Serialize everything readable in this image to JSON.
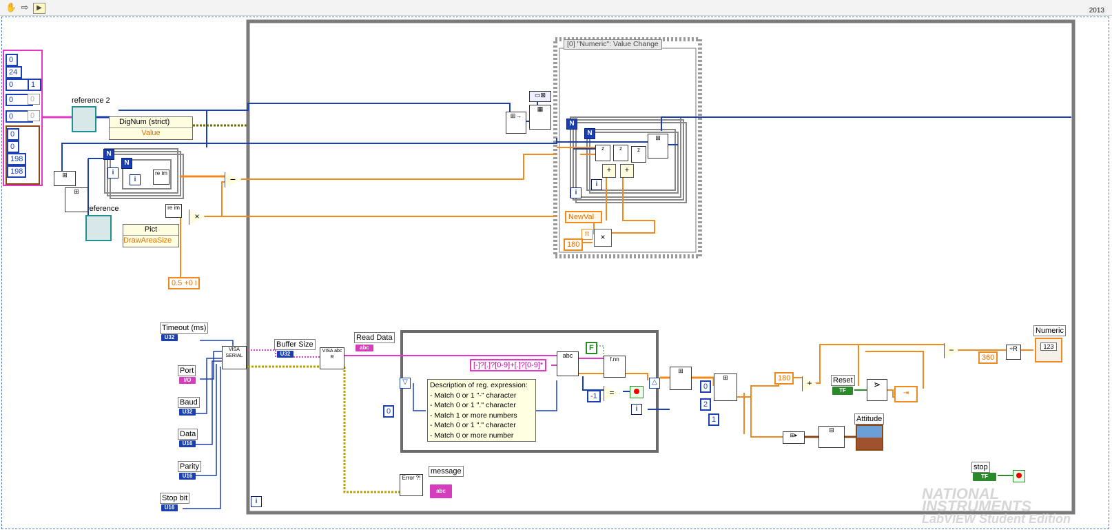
{
  "toolbar": {
    "version": "2013",
    "icons": [
      "hand-icon",
      "arrow-icon",
      "run-icon"
    ]
  },
  "event_structure": {
    "selector": "[0] \"Numeric\": Value Change",
    "event_terminal": "NewVal"
  },
  "property_nodes": {
    "digital_ref_label": "reference 2",
    "digital_class": "DigNum (strict)",
    "digital_property": "Value",
    "picture_ref_label": "reference",
    "picture_class": "Pict",
    "picture_property": "DrawAreaSize"
  },
  "array_constant": {
    "values": [
      "0",
      "24",
      "0",
      "1",
      "0",
      "0",
      "0",
      "0",
      "0",
      "0",
      "198",
      "198"
    ]
  },
  "constants": {
    "complex_offset": "0.5 +0 i",
    "angle_180_event": "180",
    "regex": "[-]?[.]?[0-9]+[.]?[0-9]*",
    "shift_init": "0",
    "neg_one": "-1",
    "false_const": "F",
    "index_0": "0",
    "index_2": "2",
    "index_1": "1",
    "add_180": "180",
    "mod_360": "360"
  },
  "controls": {
    "timeout": {
      "label": "Timeout (ms)",
      "type": "U32"
    },
    "port": {
      "label": "Port",
      "type": "I/O"
    },
    "baud": {
      "label": "Baud",
      "type": "U32"
    },
    "data": {
      "label": "Data",
      "type": "U16"
    },
    "parity": {
      "label": "Parity",
      "type": "U16"
    },
    "stopbit": {
      "label": "Stop bit",
      "type": "U16"
    },
    "buffer": {
      "label": "Buffer Size",
      "type": "U32"
    },
    "reset": {
      "label": "Reset",
      "type": "TF"
    },
    "stop": {
      "label": "stop",
      "type": "TF"
    }
  },
  "indicators": {
    "read_data": {
      "label": "Read Data",
      "type": "abc"
    },
    "message": {
      "label": "message",
      "type": "abc"
    },
    "numeric": {
      "label": "Numeric",
      "type": "123"
    },
    "attitude": {
      "label": "Attitude"
    }
  },
  "comment": {
    "title": "Description of reg. expression:",
    "lines": [
      "- Match 0 or 1 \"-\" character",
      "- Match 0 or 1 \".\" character",
      "- Match 1 or more numbers",
      "- Match 0 or 1 \".\" character",
      "- Match 0 or more number"
    ]
  },
  "loop_terminals": {
    "N": "N",
    "i": "i"
  },
  "vis": {
    "visa_serial": "VISA SERIAL",
    "visa_read": "VISA abc R",
    "error": "Error ?!"
  },
  "watermark": {
    "line1": "NATIONAL",
    "line2": "INSTRUMENTS",
    "line3": "LabVIEW Student Edition"
  },
  "colors": {
    "numeric_wire": "#f08a1f",
    "integer_wire": "#1a3fb5",
    "string_wire": "#e436c7",
    "error_wire": "#b8a000",
    "ref_wire": "#1f8f8f",
    "boolean_wire": "#2a8a2a",
    "loop_frame": "#7a7a7a"
  }
}
